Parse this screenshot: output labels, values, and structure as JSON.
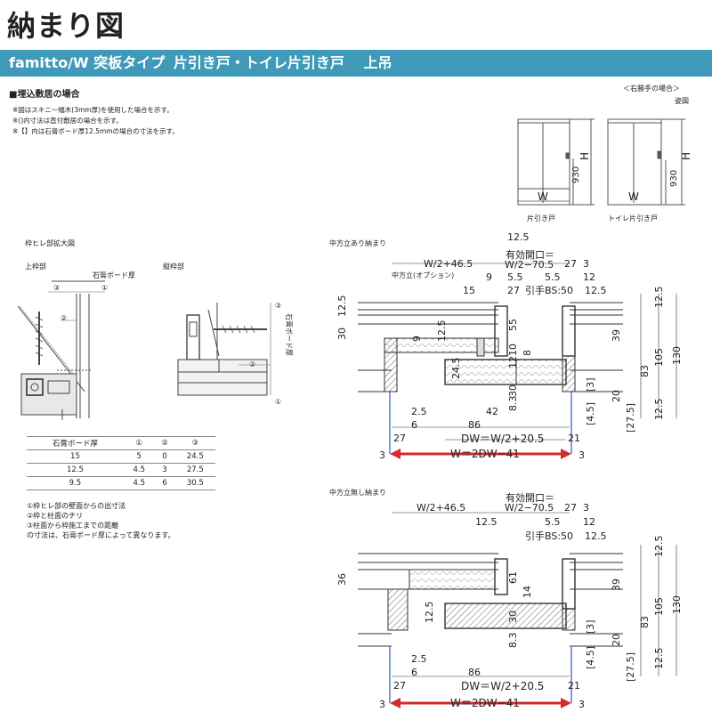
{
  "title": "納まり図",
  "banner": [
    "famitto/W 突板タイプ",
    "片引き戸・トイレ片引き戸",
    "上吊"
  ],
  "section_title": "■埋込敷居の場合",
  "notes": [
    "※図はスキニー幅木(3mm厚)を使用した場合を示す。",
    "※()内寸法は直付敷居の場合を示す。",
    "※【】内は石膏ボード厚12.5mmの場合の寸法を示す。"
  ],
  "right_hand": {
    "label": "＜右勝手の場合＞",
    "sub": "姿図",
    "door1": "片引き戸",
    "door2": "トイレ片引き戸",
    "w": "W",
    "h": "H",
    "h930": "930"
  },
  "detail": {
    "title": "枠ヒレ部拡大図",
    "top_frame": "上枠部",
    "side_frame": "縦枠部",
    "gypsum": "石膏ボード厚",
    "gypsum_v": "石膏ボード厚",
    "c1": "①",
    "c2": "②",
    "c3": "③"
  },
  "board_table": {
    "headers": [
      "石膏ボード厚",
      "①",
      "②",
      "③"
    ],
    "rows": [
      [
        "15",
        "5",
        "0",
        "24.5"
      ],
      [
        "12.5",
        "4.5",
        "3",
        "27.5"
      ],
      [
        "9.5",
        "4.5",
        "6",
        "30.5"
      ]
    ]
  },
  "legend": [
    "①枠ヒレ部の壁面からの出寸法",
    "②枠と柱面のチリ",
    "③柱面から枠施工までの距離",
    "の寸法は、石膏ボード厚によって異なります。"
  ],
  "diagram1": {
    "title": "中方立あり納まり",
    "mid_post": "中方立(オプション)",
    "yuko": "有効開口＝",
    "yuko_expr": "W/2−70.5",
    "d125": "12.5",
    "w2p": "W/2+46.5",
    "d27": "27",
    "d3": "3",
    "d9": "9",
    "d55a": "5.5",
    "d55b": "5.5",
    "d12": "12",
    "d15": "15",
    "d27b": "27",
    "bs": "引手BS:50",
    "d125b": "12.5",
    "d125c": "12.5",
    "d30": "30",
    "d9v": "9",
    "d125v": "12.5",
    "d55": "55",
    "d10": "10",
    "d12v": "12",
    "d8": "8",
    "d245": "24.5",
    "d30v": "30",
    "d83": "8.3",
    "d25": "2.5",
    "d6": "6",
    "d86": "86",
    "d42": "42",
    "d27c": "27",
    "d21": "21",
    "dw": "DW＝W/2+20.5",
    "w": "W＝2DW−41",
    "d3l": "3",
    "d3r": "3",
    "r125": "12.5",
    "r39": "39",
    "r83": "83",
    "r105": "105",
    "r130": "130",
    "r3b": "[3]",
    "r45": "[4.5]",
    "r20": "20",
    "r275": "[27.5]",
    "r125b": "12.5"
  },
  "diagram2": {
    "title": "中方立無し納まり",
    "yuko": "有効開口＝",
    "yuko_expr": "W/2−70.5",
    "w2p": "W/2+46.5",
    "d125": "12.5",
    "d27": "27",
    "d3": "3",
    "d55": "5.5",
    "d12": "12",
    "bs": "引手BS:50",
    "d125b": "12.5",
    "d36": "36",
    "d61": "61",
    "d14": "14",
    "d125v": "12.5",
    "d30": "30",
    "d83": "8.3",
    "d25": "2.5",
    "d6": "6",
    "d86": "86",
    "d27b": "27",
    "d21": "21",
    "dw": "DW＝W/2+20.5",
    "w": "W＝2DW−41",
    "d3l": "3",
    "d3r": "3",
    "r125": "12.5",
    "r39": "39",
    "r83": "83",
    "r105": "105",
    "r130": "130",
    "r3b": "[3]",
    "r45": "[4.5]",
    "r20": "20",
    "r275": "[27.5]",
    "r125b": "12.5"
  }
}
